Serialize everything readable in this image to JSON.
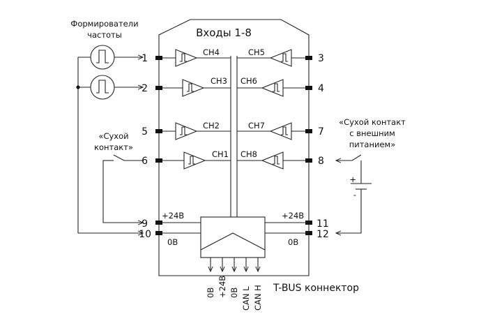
{
  "title": "Входы 1-8",
  "generators_label_line1": "Формирователи",
  "generators_label_line2": "частоты",
  "dry_contact_label_line1": "«Сухой",
  "dry_contact_label_line2": "контакт»",
  "powered_contact_label_line1": "«Сухой контакт",
  "powered_contact_label_line2": "с внешним",
  "powered_contact_label_line3": "питанием»",
  "connector_label": "T-BUS коннектор",
  "channels": {
    "ch1": "CH1",
    "ch2": "CH2",
    "ch3": "CH3",
    "ch4": "CH4",
    "ch5": "CH5",
    "ch6": "CH6",
    "ch7": "CH7",
    "ch8": "CH8"
  },
  "pins": {
    "p1": "1",
    "p2": "2",
    "p3": "3",
    "p4": "4",
    "p5": "5",
    "p6": "6",
    "p7": "7",
    "p8": "8",
    "p9": "9",
    "p10": "10",
    "p11": "11",
    "p12": "12"
  },
  "power": {
    "left_plus": "+24В",
    "left_zero": "0В",
    "right_plus": "+24В",
    "right_zero": "0В"
  },
  "bus_outputs": [
    "0В",
    "+24В",
    "0В",
    "CAN L",
    "CAN H"
  ],
  "battery": {
    "plus": "+",
    "minus": "-"
  }
}
